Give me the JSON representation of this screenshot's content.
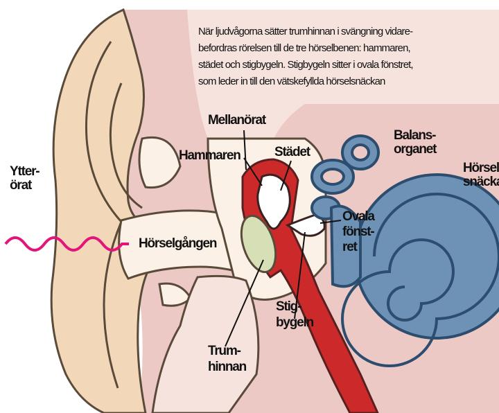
{
  "description": {
    "lines": [
      "När ljudvågorna sätter trumhinnan i svängning vidare-",
      "befordras rörelsen till de tre hörselbenen: hammaren,",
      "städet och stigbygeln. Stigbygeln sitter i ovala fönstret,",
      "som leder in till den vätskefyllda hörselsnäckan"
    ]
  },
  "labels": {
    "ytterorat_1": "Ytter-",
    "ytterorat_2": "örat",
    "horselgangen": "Hörselgången",
    "mellanorat": "Mellanörat",
    "hammaren": "Hammaren",
    "stadet": "Städet",
    "balans_1": "Balans-",
    "balans_2": "organet",
    "horsel_1": "Hörsel-",
    "horsel_2": "snäckan",
    "ovala_1": "Ovala",
    "ovala_2": "fönst-",
    "ovala_3": "ret",
    "stig_1": "Stig-",
    "stig_2": "bygeln",
    "trum_1": "Trum-",
    "trum_2": "hinnan"
  },
  "colors": {
    "skin": "#f2d8b8",
    "skin_dark": "#e9c9a3",
    "flesh": "#edc9c5",
    "canal": "#fbf1e6",
    "red": "#cc2a2a",
    "blue": "#6e92b5",
    "blue_dark": "#2c4d6e",
    "drum": "#d6dfb6",
    "wave": "#e4147a"
  }
}
